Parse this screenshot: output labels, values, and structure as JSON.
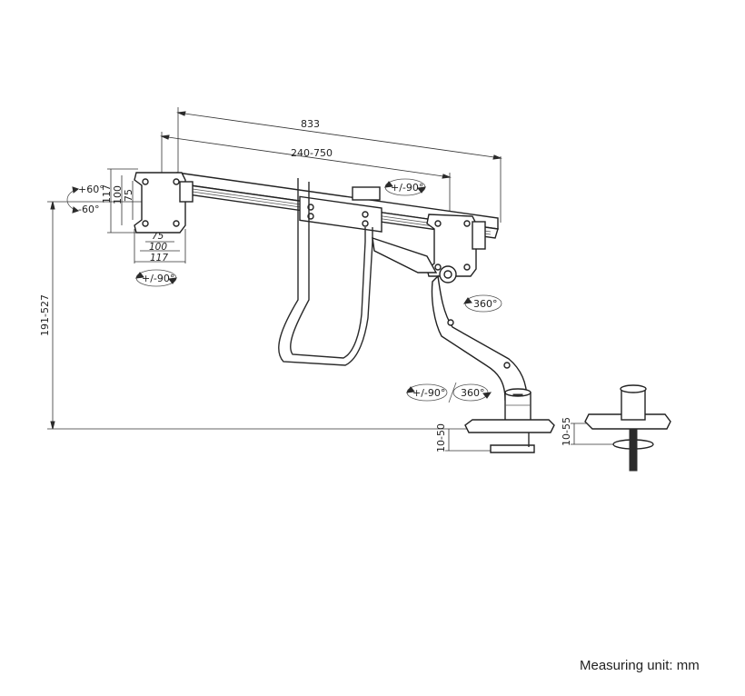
{
  "dimensions": {
    "overall_width": "833",
    "pole_spacing": "240-750",
    "height_range": "191-527",
    "vesa_h_117": "117",
    "vesa_h_100": "100",
    "vesa_h_75": "75",
    "vesa_w_75": "75",
    "vesa_w_100": "100",
    "vesa_w_117": "117",
    "clamp_thickness": "10-50",
    "grommet_thickness": "10-55"
  },
  "rotation_labels": {
    "tilt_up": "+60°",
    "tilt_down": "-60°",
    "left_rotate": "+/-90°",
    "right_rotate": "+/-90°",
    "joint_swivel": "360°",
    "base_rotate": "+/-90°",
    "base_swivel": "360°"
  },
  "footnote": "Measuring unit: mm"
}
